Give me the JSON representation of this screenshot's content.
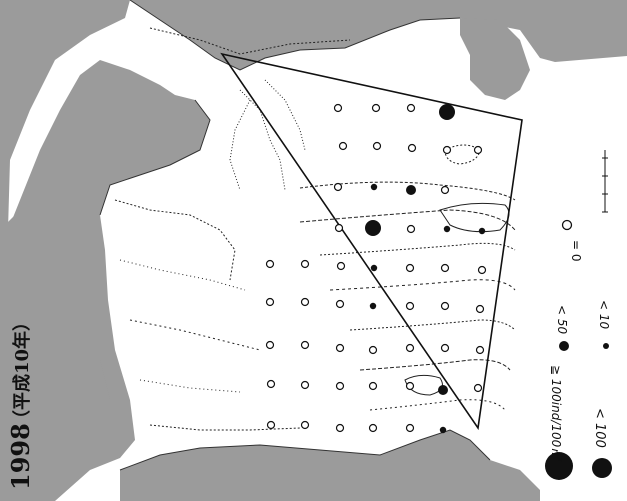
{
  "map": {
    "title_year": "1998",
    "title_era": "（平成10年）",
    "land_fill": "#9b9b9b",
    "water_fill": "#f7f7f7",
    "line_color": "#111111"
  },
  "legend": {
    "items": [
      {
        "symbol": "open-circle",
        "label": "= 0"
      },
      {
        "symbol": "small-dot",
        "label": "< 10"
      },
      {
        "symbol": "medium-dot",
        "label": "< 50"
      },
      {
        "symbol": "large-dot",
        "label": "< 100"
      },
      {
        "symbol": "xlarge-dot",
        "label": "≧ 100ind/100㎡"
      }
    ],
    "scale_ticks": 6
  },
  "stations": [
    [
      338,
      108,
      0
    ],
    [
      376,
      108,
      0
    ],
    [
      411,
      108,
      0
    ],
    [
      447,
      112,
      3
    ],
    [
      343,
      146,
      0
    ],
    [
      377,
      146,
      0
    ],
    [
      412,
      148,
      0
    ],
    [
      447,
      150,
      0
    ],
    [
      478,
      150,
      0
    ],
    [
      338,
      187,
      0
    ],
    [
      374,
      187,
      1
    ],
    [
      411,
      190,
      2
    ],
    [
      445,
      190,
      0
    ],
    [
      339,
      228,
      0
    ],
    [
      373,
      228,
      3
    ],
    [
      411,
      229,
      0
    ],
    [
      447,
      229,
      1
    ],
    [
      482,
      231,
      1
    ],
    [
      270,
      264,
      0
    ],
    [
      305,
      264,
      0
    ],
    [
      341,
      266,
      0
    ],
    [
      374,
      268,
      1
    ],
    [
      410,
      268,
      0
    ],
    [
      445,
      268,
      0
    ],
    [
      482,
      270,
      0
    ],
    [
      270,
      302,
      0
    ],
    [
      305,
      302,
      0
    ],
    [
      340,
      304,
      0
    ],
    [
      373,
      306,
      1
    ],
    [
      410,
      306,
      0
    ],
    [
      445,
      306,
      0
    ],
    [
      480,
      309,
      0
    ],
    [
      270,
      345,
      0
    ],
    [
      305,
      345,
      0
    ],
    [
      340,
      348,
      0
    ],
    [
      373,
      350,
      0
    ],
    [
      410,
      348,
      0
    ],
    [
      445,
      348,
      0
    ],
    [
      480,
      350,
      0
    ],
    [
      271,
      384,
      0
    ],
    [
      305,
      385,
      0
    ],
    [
      340,
      386,
      0
    ],
    [
      373,
      386,
      0
    ],
    [
      410,
      386,
      0
    ],
    [
      443,
      390,
      2
    ],
    [
      478,
      388,
      0
    ],
    [
      271,
      425,
      0
    ],
    [
      305,
      425,
      0
    ],
    [
      340,
      428,
      0
    ],
    [
      373,
      428,
      0
    ],
    [
      410,
      428,
      0
    ],
    [
      443,
      430,
      1
    ]
  ]
}
